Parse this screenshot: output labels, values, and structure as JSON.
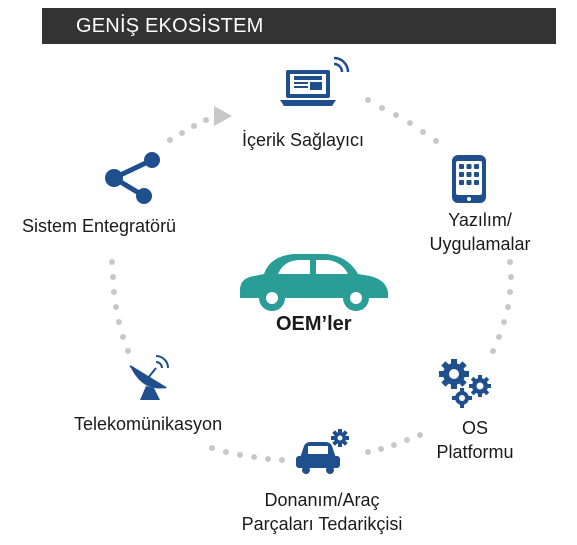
{
  "header": {
    "title": "GENİŞ EKOSİSTEM"
  },
  "diagram": {
    "center": {
      "label": "OEM’ler",
      "icon": "car-icon"
    },
    "nodes": [
      {
        "id": "content",
        "label": "İçerik Sağlayıcı",
        "icon": "laptop-news-icon"
      },
      {
        "id": "software",
        "label_line1": "Yazılım/",
        "label_line2": "Uygulamalar",
        "icon": "smartphone-apps-icon"
      },
      {
        "id": "os",
        "label_line1": "OS",
        "label_line2": "Platformu",
        "icon": "gears-icon"
      },
      {
        "id": "hardware",
        "label_line1": "Donanım/Araç",
        "label_line2": "Parçaları Tedarikçisi",
        "icon": "car-gear-icon"
      },
      {
        "id": "telecom",
        "label": "Telekomünikasyon",
        "icon": "satellite-dish-icon"
      },
      {
        "id": "integrator",
        "label": "Sistem Entegratörü",
        "icon": "share-network-icon"
      }
    ]
  },
  "colors": {
    "header_bg": "#333333",
    "header_text": "#ffffff",
    "accent": "#2a9d96",
    "icon_blue": "#1f4f8c",
    "dots": "#c8c8c8"
  }
}
